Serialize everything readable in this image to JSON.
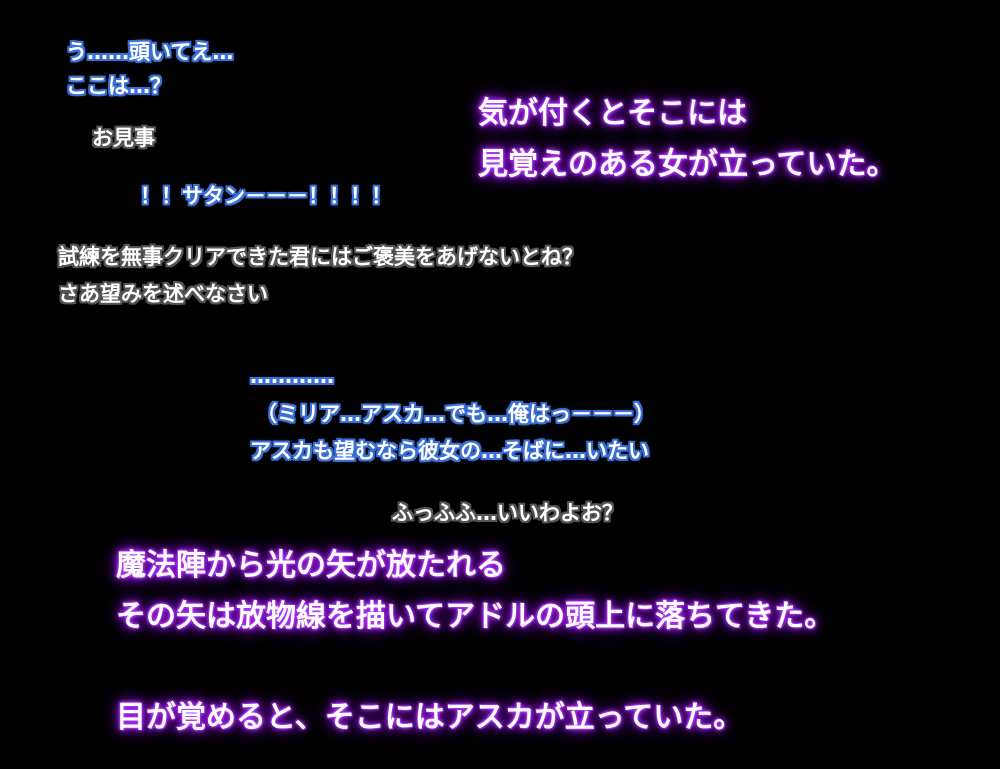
{
  "dialogue": {
    "line1": "う……頭いてえ…",
    "line2": "ここは…？",
    "line3": "お見事",
    "line4": "！！サタン－－－！！！！",
    "line5": "試練を無事クリアできた君にはご褒美をあげないとね？",
    "line6": "さあ望みを述べなさい",
    "line7": "…………",
    "line8": "（ミリア…アスカ…でも…俺はっ－－－）",
    "line9": "アスカも望むなら彼女の…そばに…いたい",
    "line10": "ふっふふ…いいわよお？"
  },
  "narration": {
    "n1": "気が付くとそこには",
    "n2": "見覚えのある女が立っていた。",
    "n3": "魔法陣から光の矢が放たれる",
    "n4": "その矢は放物線を描いてアドルの頭上に落ちてきた。",
    "n5": "目が覚めると、そこにはアスカが立っていた。"
  },
  "colors": {
    "background": "#000000",
    "blue_outline": "#3b6fd8",
    "gray_outline": "#555555",
    "narration_glow": "#a020f0"
  }
}
